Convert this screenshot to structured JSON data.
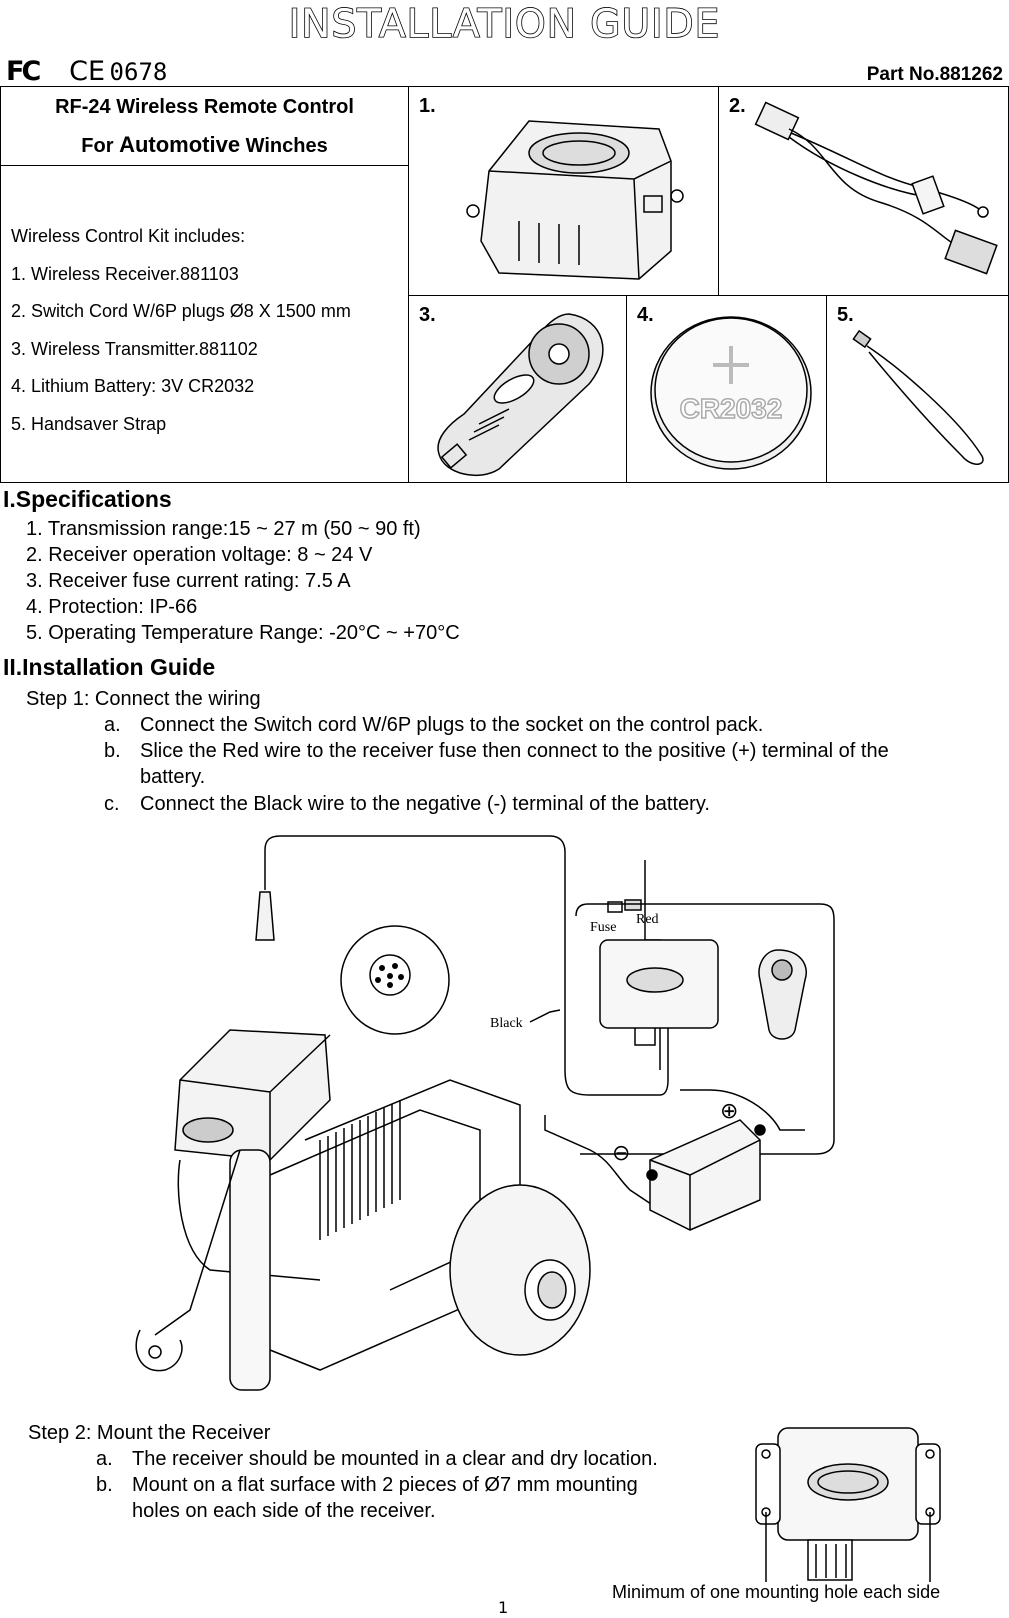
{
  "header": {
    "title": "INSTALLATION GUIDE",
    "part_no": "Part No.881262",
    "fc_mark": "FC",
    "ce_mark": "CE",
    "ce_number": "0678"
  },
  "kit": {
    "product_line1": "RF-24 Wireless Remote Control",
    "product_line2_prefix": "For ",
    "product_line2_big": "Automotive",
    "product_line2_suffix": " Winches",
    "includes_heading": "Wireless Control Kit includes:",
    "items": [
      "1. Wireless Receiver.881103",
      "2. Switch Cord W/6P plugs Ø8 X 1500 mm",
      "3. Wireless Transmitter.881102",
      "4. Lithium Battery: 3V CR2032",
      "5. Handsaver Strap"
    ],
    "cell_numbers": [
      "1.",
      "2.",
      "3.",
      "4.",
      "5."
    ],
    "battery_label": "CR2032"
  },
  "specifications": {
    "heading": "I.Specifications",
    "items": [
      "1. Transmission range:15 ~ 27 m (50 ~ 90 ft)",
      "2. Receiver operation voltage: 8 ~ 24 V",
      "3. Receiver fuse current rating: 7.5 A",
      "4. Protection: IP-66",
      "5. Operating Temperature Range: -20°C ~ +70°C"
    ]
  },
  "installation": {
    "heading": "II.Installation Guide",
    "step1": {
      "title": "Step 1: Connect the wiring",
      "items": [
        {
          "marker": "a.",
          "text": "Connect the Switch cord W/6P plugs to the socket on the control pack."
        },
        {
          "marker": "b.",
          "text": "Slice the Red wire to the receiver fuse then connect to the positive (+) terminal of the",
          "text2": "battery."
        },
        {
          "marker": "c.",
          "text": "Connect the Black wire to the negative (-) terminal of the battery."
        }
      ]
    },
    "diagram_labels": {
      "fuse": "Fuse",
      "red": "Red",
      "black": "Black",
      "plus": "⊕",
      "minus": "⊖"
    },
    "step2": {
      "title": "Step 2: Mount the Receiver",
      "items": [
        {
          "marker": "a.",
          "text": "The receiver should be mounted in a clear and dry location."
        },
        {
          "marker": "b.",
          "text": "Mount on a flat surface with 2 pieces of Ø7 mm mounting",
          "text2": "holes on each side of the receiver."
        }
      ],
      "caption": "Minimum of one mounting hole each side"
    }
  },
  "footer": {
    "page_number": "1"
  }
}
